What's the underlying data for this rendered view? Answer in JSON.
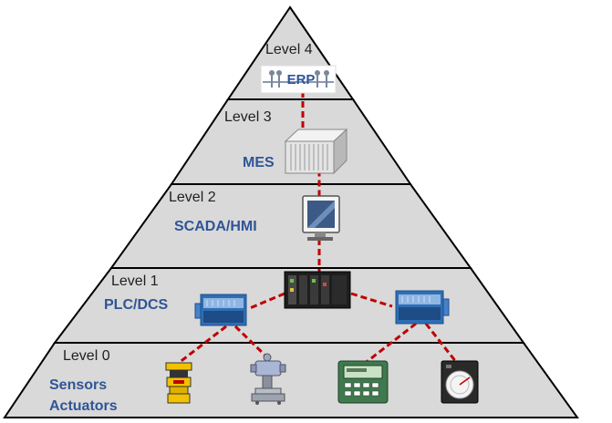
{
  "levels": [
    {
      "label": "Level 4",
      "system": "ERP"
    },
    {
      "label": "Level 3",
      "system": "MES"
    },
    {
      "label": "Level 2",
      "system": "SCADA/HMI"
    },
    {
      "label": "Level 1",
      "system": "PLC/DCS"
    },
    {
      "label": "Level 0",
      "system_lines": [
        "Sensors",
        "Actuators"
      ]
    }
  ],
  "colors": {
    "fill": "#d9d9d9",
    "outline": "#000000",
    "link": "#c00000",
    "system_text": "#2f5597"
  },
  "icons": {
    "erp": "erp-logo-icon",
    "mes": "server-rack-icon",
    "hmi": "monitor-icon",
    "plc": "plc-icon",
    "dcs": "dcs-controller-icon",
    "sensors": [
      "valve-actuator-icon",
      "pressure-transmitter-icon",
      "controller-keypad-icon",
      "chart-recorder-icon"
    ]
  }
}
